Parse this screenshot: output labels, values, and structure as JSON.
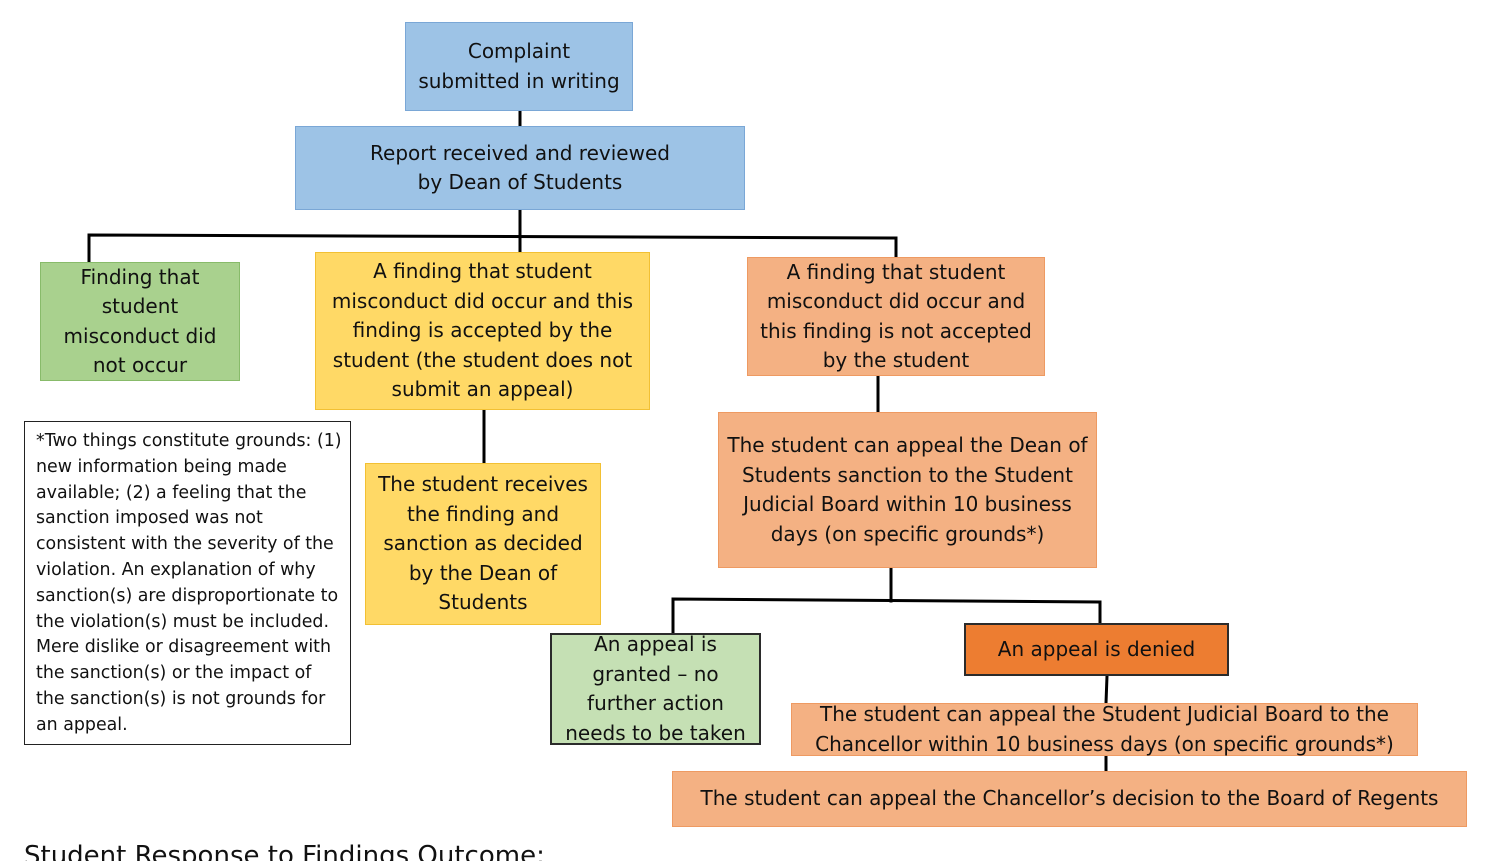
{
  "diagram": {
    "nodes": {
      "complaint": "Complaint\nsubmitted in writing",
      "report": "Report received and reviewed\nby Dean of Students",
      "no_misconduct": "Finding that\nstudent\nmisconduct did\nnot occur",
      "accepted": "A finding that student\nmisconduct did occur and this\nfinding is accepted by the\nstudent (the student does not\nsubmit an appeal)",
      "not_accepted": "A finding that student\nmisconduct did occur and\nthis finding is not accepted\nby the student",
      "receives_finding": "The student receives\nthe finding and\nsanction as decided\nby the Dean of\nStudents",
      "appeal_judicial_board": "The student can appeal the Dean of\nStudents sanction to the Student\nJudicial Board within 10 business\ndays (on specific grounds*)",
      "appeal_granted": "An appeal is\ngranted – no\nfurther action\nneeds to be taken",
      "appeal_denied": "An appeal is denied",
      "appeal_chancellor": "The student can appeal  the Student Judicial Board to the\nChancellor within 10 business days (on specific grounds*)",
      "appeal_regents": "The student can appeal  the Chancellor’s decision to the Board of Regents"
    },
    "note": "*Two things constitute grounds: (1) new information being made available; (2) a feeling that the sanction imposed was not consistent with the severity of the violation.  An explanation of why sanction(s) are disproportionate to the violation(s) must be included. Mere dislike or disagreement with the sanction(s) or the impact of the sanction(s) is not grounds for an appeal.",
    "footer_title": "Student Response to Findings Outcome:",
    "colors": {
      "blue": "#9dc3e6",
      "green": "#a9d18e",
      "light_green": "#c5e0b4",
      "yellow": "#ffd966",
      "salmon": "#f4b183",
      "orange": "#ed7d31",
      "connector": "#000000"
    }
  }
}
